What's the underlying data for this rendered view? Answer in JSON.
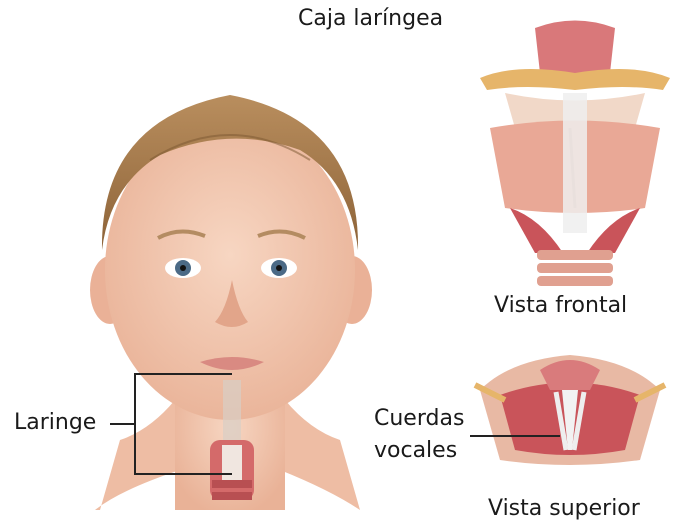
{
  "title": "Caja laríngea",
  "labels": {
    "larynx": "Laringe",
    "vocal_cords_line1": "Cuerdas",
    "vocal_cords_line2": "vocales",
    "front_view": "Vista frontal",
    "top_view": "Vista superior"
  },
  "colors": {
    "skin": "#f3c9b2",
    "hair": "#a57a4a",
    "cartilage": "#e7b09a",
    "muscle": "#c9545a",
    "bone": "#e8c07a",
    "leader_line": "#222222"
  }
}
